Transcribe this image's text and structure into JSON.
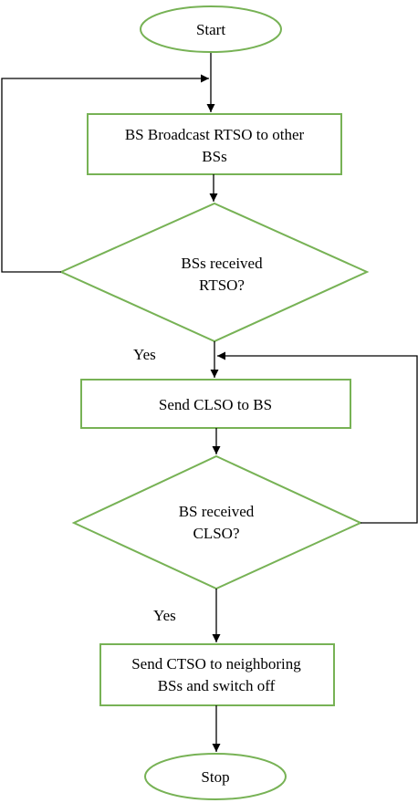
{
  "diagram": {
    "type": "flowchart",
    "nodes": {
      "start": {
        "shape": "terminal",
        "lines": [
          "Start"
        ]
      },
      "broadcast": {
        "shape": "process",
        "lines": [
          "BS Broadcast RTSO to other",
          "BSs"
        ]
      },
      "decision1": {
        "shape": "decision",
        "lines": [
          "BSs received",
          "RTSO?"
        ]
      },
      "send_clso": {
        "shape": "process",
        "lines": [
          "Send CLSO to BS"
        ]
      },
      "decision2": {
        "shape": "decision",
        "lines": [
          "BS received",
          "CLSO?"
        ]
      },
      "send_ctso": {
        "shape": "process",
        "lines": [
          "Send CTSO to neighboring",
          "BSs and switch off"
        ]
      },
      "stop": {
        "shape": "terminal",
        "lines": [
          "Stop"
        ]
      }
    },
    "edge_labels": {
      "yes1": "Yes",
      "yes2": "Yes"
    },
    "edges": [
      {
        "from": "start",
        "to": "broadcast"
      },
      {
        "from": "broadcast",
        "to": "decision1"
      },
      {
        "from": "decision1",
        "to": "send_clso",
        "label": "Yes"
      },
      {
        "from": "decision1",
        "to": "broadcast",
        "note": "loop back (left side)"
      },
      {
        "from": "send_clso",
        "to": "decision2"
      },
      {
        "from": "decision2",
        "to": "send_ctso",
        "label": "Yes"
      },
      {
        "from": "decision2",
        "to": "send_clso",
        "note": "loop back (right side)"
      },
      {
        "from": "send_ctso",
        "to": "stop"
      }
    ],
    "colors": {
      "shape_stroke": "#77b255",
      "arrow": "#000000",
      "background": "#ffffff"
    }
  }
}
